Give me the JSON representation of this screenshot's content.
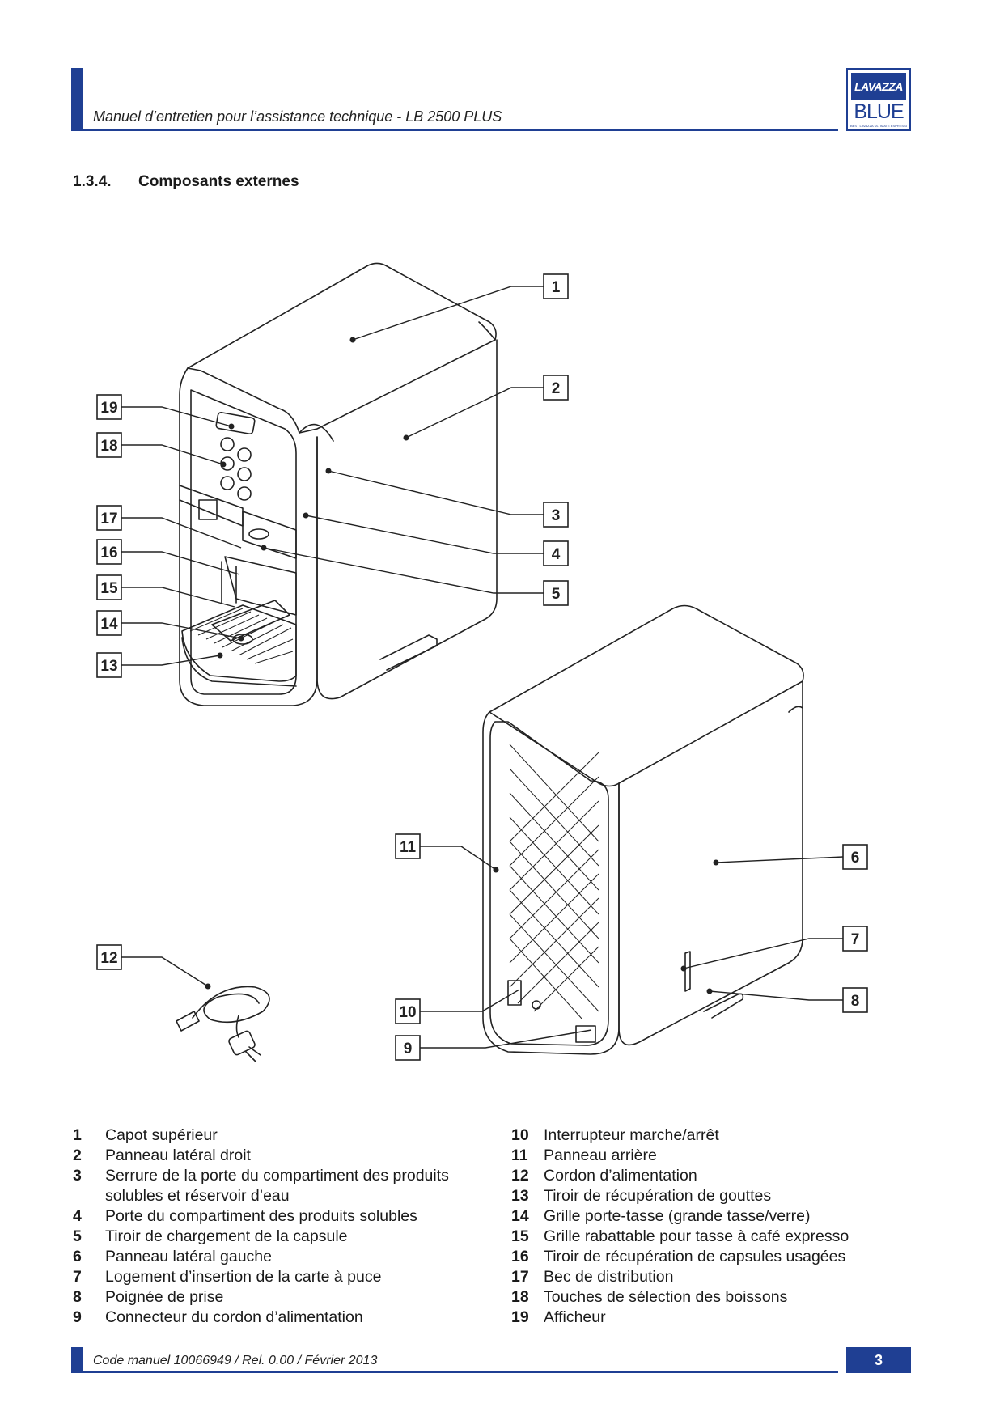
{
  "header": {
    "title": "Manuel d’entretien pour l’assistance technique - LB 2500 PLUS",
    "logo": {
      "brand": "LAVAZZA",
      "sub": "BLUE",
      "tagline": "BEST LAVAZZA ULTIMATE ESPRESSO"
    }
  },
  "section": {
    "number": "1.3.4.",
    "title": "Composants externes"
  },
  "callouts": [
    "1",
    "2",
    "3",
    "4",
    "5",
    "6",
    "7",
    "8",
    "9",
    "10",
    "11",
    "12",
    "13",
    "14",
    "15",
    "16",
    "17",
    "18",
    "19"
  ],
  "legend": {
    "left": [
      {
        "n": "1",
        "t": "Capot supérieur"
      },
      {
        "n": "2",
        "t": "Panneau latéral droit"
      },
      {
        "n": "3",
        "t": "Serrure de la porte du compartiment des produits solubles et réservoir d’eau"
      },
      {
        "n": "4",
        "t": "Porte du compartiment des produits solubles"
      },
      {
        "n": "5",
        "t": "Tiroir de chargement de la capsule"
      },
      {
        "n": "6",
        "t": "Panneau latéral gauche"
      },
      {
        "n": "7",
        "t": "Logement d’insertion de la carte à puce"
      },
      {
        "n": "8",
        "t": "Poignée de prise"
      },
      {
        "n": "9",
        "t": "Connecteur du cordon d’alimentation"
      }
    ],
    "right": [
      {
        "n": "10",
        "t": "Interrupteur marche/arrêt"
      },
      {
        "n": "11",
        "t": "Panneau arrière"
      },
      {
        "n": "12",
        "t": "Cordon d’alimentation"
      },
      {
        "n": "13",
        "t": "Tiroir de récupération de gouttes"
      },
      {
        "n": "14",
        "t": "Grille porte-tasse (grande tasse/verre)"
      },
      {
        "n": "15",
        "t": "Grille rabattable pour tasse à café expresso"
      },
      {
        "n": "16",
        "t": "Tiroir de récupération de capsules usagées"
      },
      {
        "n": "17",
        "t": "Bec de distribution"
      },
      {
        "n": "18",
        "t": "Touches de sélection des boissons"
      },
      {
        "n": "19",
        "t": "Afficheur"
      }
    ]
  },
  "footer": {
    "code": "Code manuel 10066949 / Rel. 0.00 / Février 2013",
    "page": "3"
  }
}
